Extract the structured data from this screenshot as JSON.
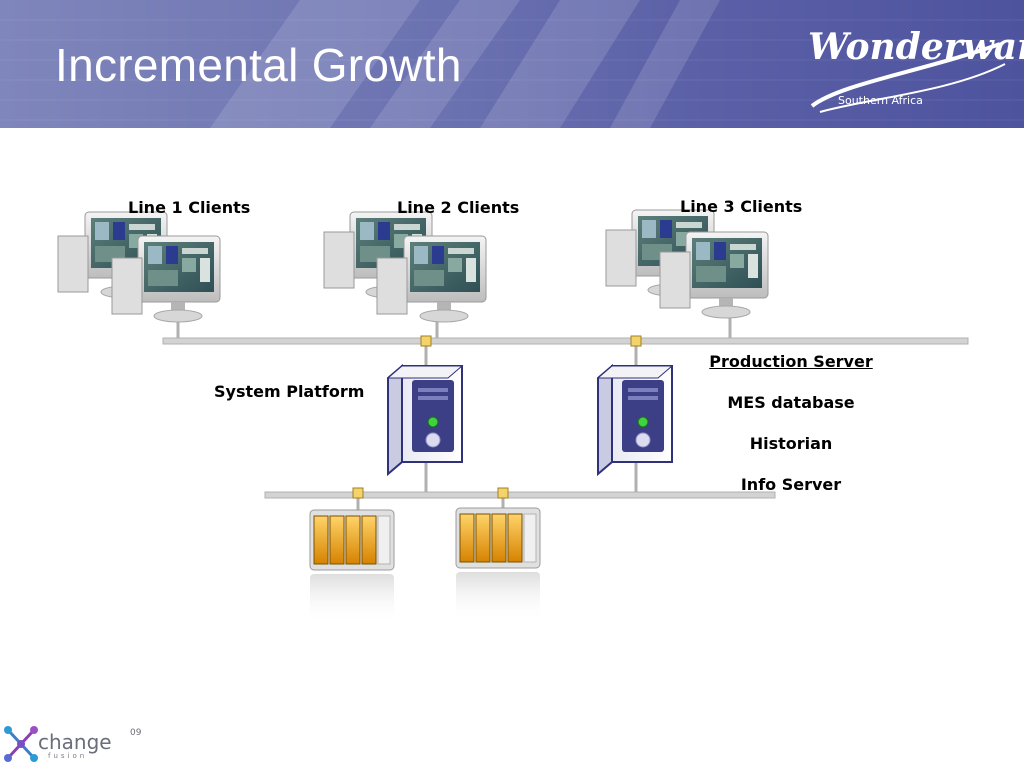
{
  "slide": {
    "title": "Incremental Growth",
    "brand_logo": {
      "word": "Wonderware",
      "region": "Southern Africa"
    },
    "footer_logo": {
      "word": "change",
      "sub": "fusion",
      "year": "09"
    }
  },
  "diagram": {
    "client_groups": [
      {
        "label": "Line 1 Clients"
      },
      {
        "label": "Line 2 Clients"
      },
      {
        "label": "Line 3 Clients"
      }
    ],
    "system_platform_label": "System Platform",
    "production_server": {
      "title": "Production Server",
      "roles": [
        "MES database",
        "Historian",
        "Info Server"
      ]
    }
  },
  "colors": {
    "header": "#6a71b0",
    "network_line": "#c8c8c8",
    "connector": "#f3d36a",
    "server_panel": "#3d3f86",
    "led_green": "#3fd13f",
    "controller_amber": "#f2a51a"
  }
}
